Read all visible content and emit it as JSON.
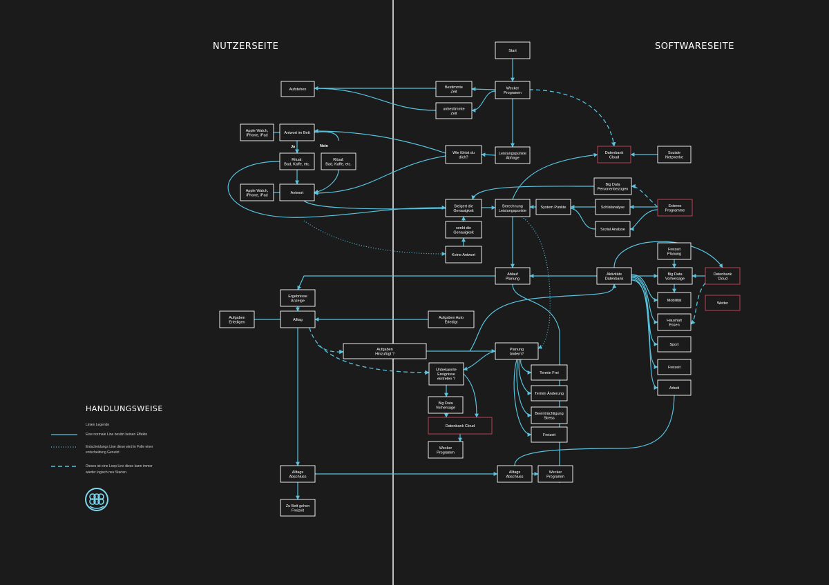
{
  "headings": {
    "left": "NUTZERSEITE",
    "right": "SOFTWARESEITE"
  },
  "colors": {
    "background": "#1b1b1b",
    "line": "#58c3df",
    "box_border": "#ffffff",
    "cloud_border": "#d0455a",
    "divider": "#e8e8e8"
  },
  "nodes": [
    {
      "id": "start",
      "lines": [
        "Start"
      ]
    },
    {
      "id": "wecker",
      "lines": [
        "Wecker",
        "Programm"
      ]
    },
    {
      "id": "bestimmte",
      "lines": [
        "Bestimmte",
        "Zeit"
      ]
    },
    {
      "id": "unbestimmte",
      "lines": [
        "unbestimmte",
        "Zeit"
      ]
    },
    {
      "id": "aufstehen",
      "lines": [
        "Aufstehen"
      ]
    },
    {
      "id": "apple1",
      "lines": [
        "Apple Watch,",
        "iPhone, iPad"
      ]
    },
    {
      "id": "antwortbett",
      "lines": [
        "Antwort im Bett"
      ]
    },
    {
      "id": "ritual1",
      "lines": [
        "Ritual:",
        "Bad, Kaffe, etc."
      ]
    },
    {
      "id": "ritual2",
      "lines": [
        "Ritual:",
        "Bad, Kaffe, etc."
      ]
    },
    {
      "id": "apple2",
      "lines": [
        "Apple Watch,",
        "iPhone, iPad"
      ]
    },
    {
      "id": "antwort",
      "lines": [
        "Antwort"
      ]
    },
    {
      "id": "wiefuehlst",
      "lines": [
        "Wie fühlst du",
        "dich?"
      ]
    },
    {
      "id": "leistungsabfrage",
      "lines": [
        "Leistungspunkte",
        "Abfrage"
      ]
    },
    {
      "id": "dbcloud1",
      "lines": [
        "Datenbank",
        "Cloud"
      ]
    },
    {
      "id": "sozialenetz",
      "lines": [
        "Soziale",
        "Netzwerke"
      ]
    },
    {
      "id": "bigdatapersonen",
      "lines": [
        "Big Data",
        "Personenbezogen"
      ]
    },
    {
      "id": "externe",
      "lines": [
        "Externe",
        "Programme"
      ]
    },
    {
      "id": "steigert",
      "lines": [
        "Steigert die",
        "Genauigkeit"
      ]
    },
    {
      "id": "berechnung",
      "lines": [
        "Berechnung",
        "Leistungspunkte"
      ]
    },
    {
      "id": "systempunkte",
      "lines": [
        "System Punkte"
      ]
    },
    {
      "id": "schlafanalyse",
      "lines": [
        "Schlafanalyse"
      ]
    },
    {
      "id": "sozialanalyse",
      "lines": [
        "Sozial Analyse"
      ]
    },
    {
      "id": "senkt",
      "lines": [
        "senkt die",
        "Genauigkeit"
      ]
    },
    {
      "id": "keineantwort",
      "lines": [
        "Keine Antwort"
      ]
    },
    {
      "id": "freizeitplanung",
      "lines": [
        "Freizeit",
        "Planung"
      ]
    },
    {
      "id": "ablaufplanung",
      "lines": [
        "Ablauf",
        "Planung"
      ]
    },
    {
      "id": "aktivitaets",
      "lines": [
        "Aktivitäts",
        "Datenbank"
      ]
    },
    {
      "id": "bigdatavorh1",
      "lines": [
        "Big Data",
        "Vorhersage"
      ]
    },
    {
      "id": "dbcloud2",
      "lines": [
        "Datenbank",
        "Cloud"
      ]
    },
    {
      "id": "mobilitaet",
      "lines": [
        "Mobilität"
      ]
    },
    {
      "id": "wetter",
      "lines": [
        "Wetter"
      ]
    },
    {
      "id": "haushalt",
      "lines": [
        "Haushalt",
        "Essen"
      ]
    },
    {
      "id": "sport",
      "lines": [
        "Sport"
      ]
    },
    {
      "id": "freizeit1",
      "lines": [
        "Freizeit"
      ]
    },
    {
      "id": "arbeit",
      "lines": [
        "Arbeit"
      ]
    },
    {
      "id": "ergebnisse",
      "lines": [
        "Ergebnisse",
        "Anzeige"
      ]
    },
    {
      "id": "aufgabenerl",
      "lines": [
        "Aufgaben",
        "Erledigen"
      ]
    },
    {
      "id": "alltag",
      "lines": [
        "Alltag"
      ]
    },
    {
      "id": "aufgabenauto",
      "lines": [
        "Aufgaben Auto",
        "Erledigt"
      ]
    },
    {
      "id": "aufgabenhinz",
      "lines": [
        "Aufgaben",
        "Hinzufügt ?"
      ]
    },
    {
      "id": "planung",
      "lines": [
        "Planung",
        "ändern?"
      ]
    },
    {
      "id": "unbekannte",
      "lines": [
        "Unbekannte",
        "Ereignisse",
        "eintreten ?"
      ]
    },
    {
      "id": "terminfrei",
      "lines": [
        "Termin Frei"
      ]
    },
    {
      "id": "terminaend",
      "lines": [
        "Termin Änderung"
      ]
    },
    {
      "id": "beeintr",
      "lines": [
        "Beeinträchtigung",
        "Stress"
      ]
    },
    {
      "id": "freizeit2",
      "lines": [
        "Freizeit"
      ]
    },
    {
      "id": "bigdatavorh2",
      "lines": [
        "Big Data",
        "Vorhersage"
      ]
    },
    {
      "id": "dbcloud3",
      "lines": [
        "Datenbank Cloud"
      ]
    },
    {
      "id": "wecker2",
      "lines": [
        "Wecker",
        "Programm"
      ]
    },
    {
      "id": "alltagabschl1",
      "lines": [
        "Alltags",
        "Abschluss"
      ]
    },
    {
      "id": "alltagabschl2",
      "lines": [
        "Alltags",
        "Abschluss"
      ]
    },
    {
      "id": "wecker3",
      "lines": [
        "Wecker",
        "Programm"
      ]
    },
    {
      "id": "zubett",
      "lines": [
        "Zu Bett gehen",
        "Freizeit"
      ]
    }
  ],
  "edge_labels": {
    "ja": "Ja",
    "nein": "Nein"
  },
  "legend": {
    "title": "HANDLUNGSWEISE",
    "subtitle": "Linien Legende",
    "solid": "Eine normale Line besitzt keinen Effekte",
    "dotted_1": "Entscheidungs Line diese wird in Folle einer",
    "dotted_2": "entscheidung Genutzt",
    "dashed_1": "Dieses ist eine Loop Line diese kann immer",
    "dashed_2": "wieder logisch neu Starten."
  },
  "logo_icon": "knot-logo-icon"
}
